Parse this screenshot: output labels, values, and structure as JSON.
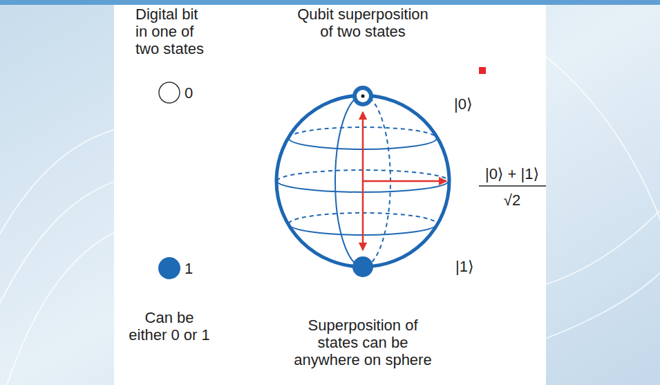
{
  "diagram": {
    "labels": [
      "Digital bit in one of two states",
      "0",
      "1",
      "Can be either 0 or 1",
      "Qubit superposition of two states",
      "|0⟩",
      "|0⟩ + |1⟩",
      "√2",
      "|1⟩",
      "Superposition of states can be anywhere on sphere"
    ]
  }
}
